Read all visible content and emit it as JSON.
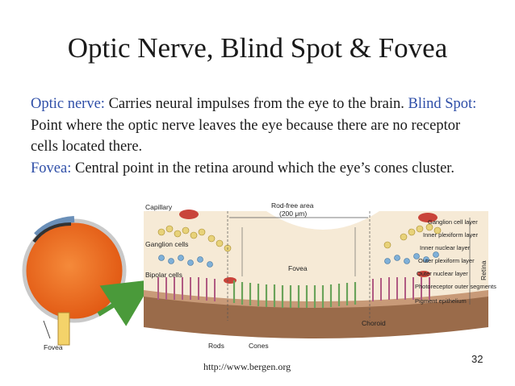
{
  "slide": {
    "title": "Optic Nerve, Blind Spot & Fovea",
    "paragraph": {
      "term1": "Optic nerve:",
      "def1": " Carries neural impulses from the eye to the brain. ",
      "term2": "Blind Spot:",
      "def2": " Point where the optic nerve leaves the eye because there are no receptor cells located there. ",
      "term3": "Fovea:",
      "def3": " Central point in the retina around which the eye’s cones cluster."
    },
    "source": "http://www.bergen.org",
    "page_number": "32"
  },
  "figure": {
    "eye_label": "Fovea",
    "labels": {
      "capillary": "Capillary",
      "ganglion": "Ganglion cells",
      "bipolar": "Bipolar cells",
      "rod_free": "Rod-free area",
      "rod_free_size": "(200 μm)",
      "fovea": "Fovea",
      "rods": "Rods",
      "cones": "Cones",
      "choroid": "Choroid",
      "retina": "Retina"
    },
    "layers": [
      "Ganglion cell layer",
      "Inner plexiform layer",
      "Inner nuclear layer",
      "Outer plexiform layer",
      "Outer nuclear layer",
      "Photoreceptor outer segments",
      "Pigment epithelium"
    ],
    "colors": {
      "term": "#2f4fa8",
      "retina_bg": "#f6ead6",
      "eye_orange": "#f06a1c",
      "arrow_green": "#4a9a3a",
      "choroid": "#9a6b4a",
      "ganglion": "#e8d27a",
      "bipolar": "#7fb0d8",
      "rod": "#d98fb0",
      "capillary": "#c9443a"
    }
  }
}
